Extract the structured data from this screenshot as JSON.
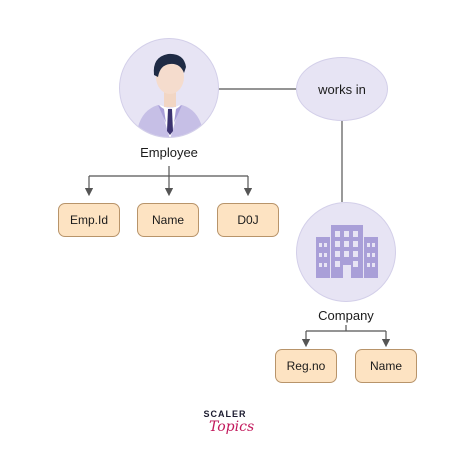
{
  "entities": {
    "employee": {
      "label": "Employee",
      "attributes": [
        "Emp.Id",
        "Name",
        "D0J"
      ]
    },
    "company": {
      "label": "Company",
      "attributes": [
        "Reg.no",
        "Name"
      ]
    }
  },
  "relationship": {
    "label": "works in"
  },
  "logo": {
    "line1": "SCALER",
    "line2": "Topics"
  },
  "colors": {
    "circle_fill": "#e7e4f4",
    "attribute_fill": "#fde3c2",
    "attribute_border": "#b8946a",
    "connector": "#555555",
    "logo_accent": "#c2185b"
  }
}
